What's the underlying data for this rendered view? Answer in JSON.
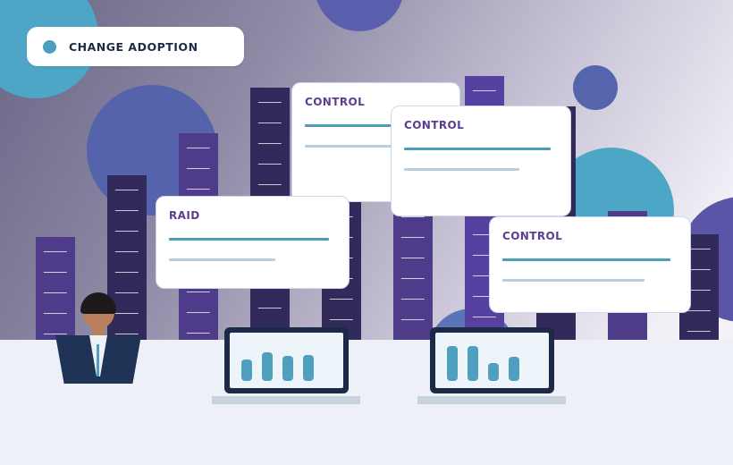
{
  "badge": {
    "label": "CHANGE ADOPTION"
  },
  "cards": [
    {
      "title": "CONTROL"
    },
    {
      "title": "CONTROL"
    },
    {
      "title": "RAID"
    },
    {
      "title": "CONTROL"
    }
  ],
  "colors": {
    "accent_teal": "#4b9fc0",
    "card_title_purple": "#5b3e92",
    "building_dark": "#332a5c",
    "building_purple": "#4e3c8a",
    "circle_blue": "#5563ad",
    "floor": "#edf1f7",
    "laptop_frame": "#1c2a48"
  }
}
